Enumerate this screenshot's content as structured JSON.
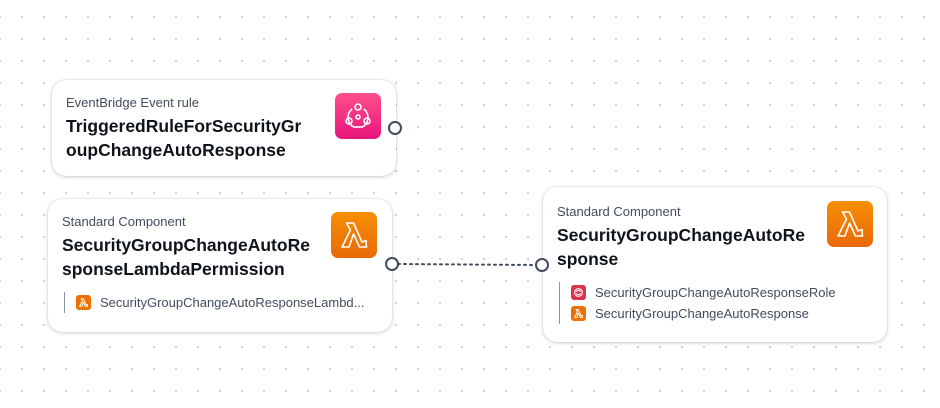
{
  "nodes": {
    "event_rule": {
      "type_label": "EventBridge Event rule",
      "title": "TriggeredRuleForSecurityGroupChangeAutoResponse",
      "icon": "eventbridge-icon"
    },
    "permission": {
      "type_label": "Standard Component",
      "title": "SecurityGroupChangeAutoResponseLambdaPermission",
      "icon": "lambda-icon",
      "children": [
        {
          "icon": "lambda-icon",
          "label": "SecurityGroupChangeAutoResponseLambd..."
        }
      ]
    },
    "function": {
      "type_label": "Standard Component",
      "title": "SecurityGroupChangeAutoResponse",
      "icon": "lambda-icon",
      "children": [
        {
          "icon": "iam-role-icon",
          "label": "SecurityGroupChangeAutoResponseRole"
        },
        {
          "icon": "lambda-icon",
          "label": "SecurityGroupChangeAutoResponse"
        }
      ]
    }
  },
  "colors": {
    "eventbridge": "#e7157b",
    "lambda": "#ed7100",
    "iam_role": "#dd344c",
    "edge": "#414d5c"
  }
}
